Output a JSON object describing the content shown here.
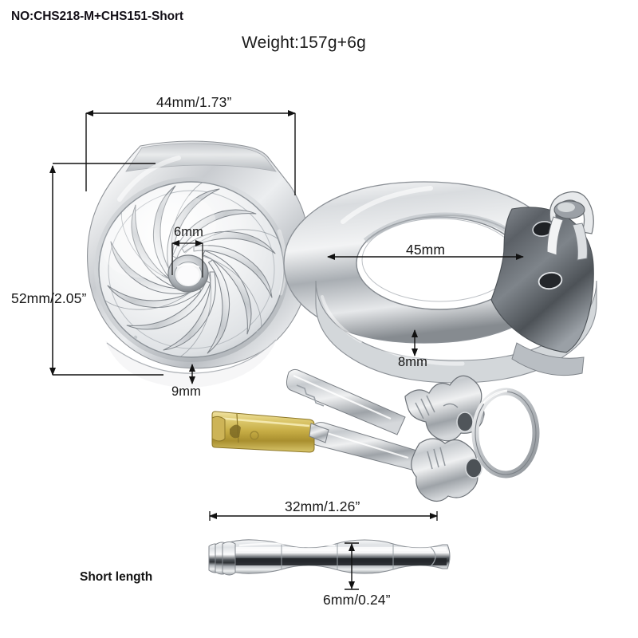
{
  "product": {
    "sku_label": "NO:CHS218-M+CHS151-Short",
    "weight_label": "Weight:157g+6g",
    "variant_label": "Short length"
  },
  "dimensions": {
    "cage_width": {
      "label": "44mm/1.73”",
      "value_mm": 44,
      "value_in": 1.73,
      "orientation": "horizontal",
      "part": "cage"
    },
    "cage_height": {
      "label": "52mm/2.05”",
      "value_mm": 52,
      "value_in": 2.05,
      "orientation": "vertical",
      "part": "cage"
    },
    "cage_hole": {
      "label": "6mm",
      "value_mm": 6,
      "orientation": "horizontal",
      "part": "cage-center-hole"
    },
    "cage_depth": {
      "label": "9mm",
      "value_mm": 9,
      "orientation": "vertical",
      "part": "cage-rim"
    },
    "ring_diameter": {
      "label": "45mm",
      "value_mm": 45,
      "orientation": "horizontal",
      "part": "base-ring"
    },
    "ring_thickness": {
      "label": "8mm",
      "value_mm": 8,
      "orientation": "vertical",
      "part": "base-ring"
    },
    "plug_length": {
      "label": "32mm/1.26”",
      "value_mm": 32,
      "value_in": 1.26,
      "orientation": "horizontal",
      "part": "urethral-plug"
    },
    "plug_diameter": {
      "label": "6mm/0.24”",
      "value_mm": 6,
      "value_in": 0.24,
      "orientation": "vertical",
      "part": "urethral-plug"
    }
  },
  "parts": [
    {
      "name": "chastity-cage",
      "finish": "polished-chrome",
      "face_pattern": "spiral-vent",
      "blade_count": 12
    },
    {
      "name": "base-ring",
      "finish": "polished-chrome",
      "features": "two-pin-holes-and-latch"
    },
    {
      "name": "keys",
      "finish": "nickel",
      "count": 2
    },
    {
      "name": "key-ring",
      "finish": "nickel"
    },
    {
      "name": "lock-barrel",
      "finish": "brass"
    },
    {
      "name": "urethral-plug",
      "finish": "polished-chrome",
      "bead_count": 4,
      "end": "threaded"
    }
  ],
  "colors": {
    "background": "#ffffff",
    "ink": "#171717",
    "chrome_light": "#fdfdfd",
    "chrome_mid": "#c9ccd0",
    "chrome_dark": "#6e7378",
    "brass_light": "#e8d88a",
    "brass_dark": "#9c8430"
  }
}
